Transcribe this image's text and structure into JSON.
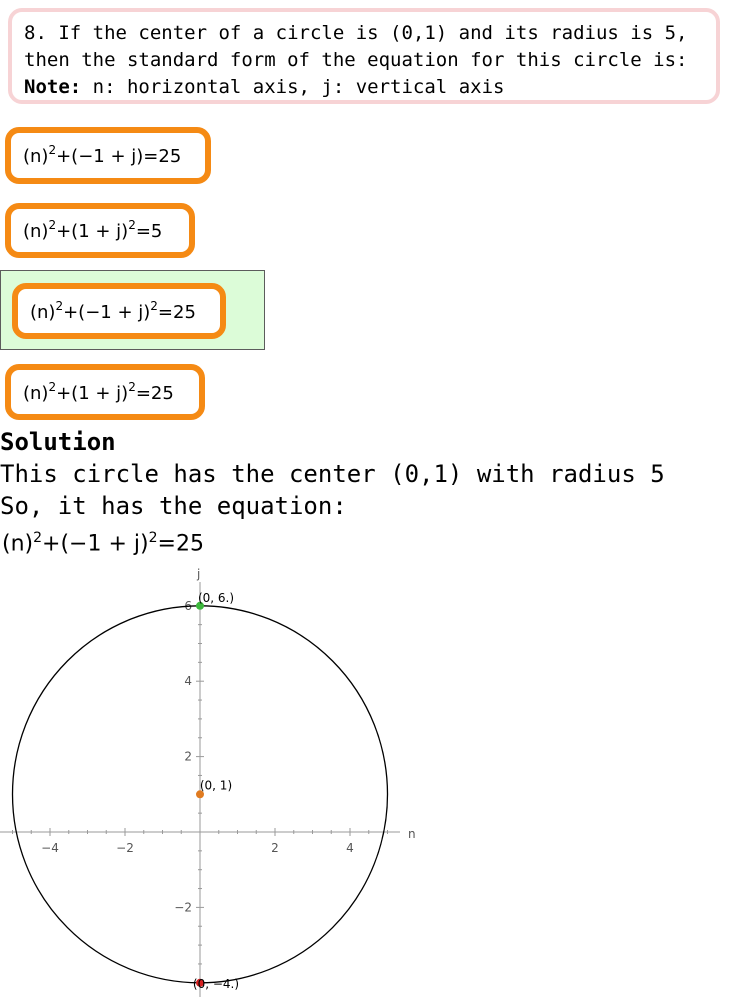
{
  "question": {
    "line1": "8. If the center of a circle is (0,1) and its radius is 5,",
    "line2": "then the standard form of the equation for this circle is:",
    "note_label": "Note:",
    "note_text": " n: horizontal axis,  j: vertical axis"
  },
  "options": [
    {
      "a": "(n)",
      "exp_a": "2",
      "b": "+(−1 + j)",
      "exp_b": "",
      "c": "=25"
    },
    {
      "a": "(n)",
      "exp_a": "2",
      "b": "+(1 + j)",
      "exp_b": "2",
      "c": "=5"
    },
    {
      "a": "(n)",
      "exp_a": "2",
      "b": "+(−1 + j)",
      "exp_b": "2",
      "c": "=25"
    },
    {
      "a": "(n)",
      "exp_a": "2",
      "b": "+(1 + j)",
      "exp_b": "2",
      "c": "=25"
    }
  ],
  "solution": {
    "heading": "Solution",
    "line1": "This circle has the center (0,1) with radius 5",
    "line2": "So, it has the equation:",
    "eq_a": "(n)",
    "eq_exp_a": "2",
    "eq_b": "+(−1 + j)",
    "eq_exp_b": "2",
    "eq_c": "=25"
  },
  "plot": {
    "x_axis_label": "n",
    "y_axis_label": "j",
    "x_ticks": [
      -4,
      -2,
      2,
      4
    ],
    "y_ticks": [
      -2,
      2,
      4,
      6
    ],
    "x_tick_labels": [
      "−4",
      "−2",
      "2",
      "4"
    ],
    "y_tick_labels": [
      "−2",
      "2",
      "4",
      "6"
    ],
    "xlim": [
      -5.2,
      5.2
    ],
    "ylim": [
      -4.1,
      6.1
    ],
    "circle": {
      "cx": 0,
      "cy": 1,
      "r": 5
    },
    "points": [
      {
        "x": 0,
        "y": 6,
        "label": "(0, 6.)",
        "color": "#3cb83c"
      },
      {
        "x": 0,
        "y": 1,
        "label": "(0, 1)",
        "color": "#e07b20"
      },
      {
        "x": 0,
        "y": -4,
        "label": "(0, −4.)",
        "color": "#d62020"
      }
    ]
  },
  "colors": {
    "option_border": "#f58a14",
    "correct_bg": "#dcfcd8",
    "question_border": "#f7d3d5"
  }
}
